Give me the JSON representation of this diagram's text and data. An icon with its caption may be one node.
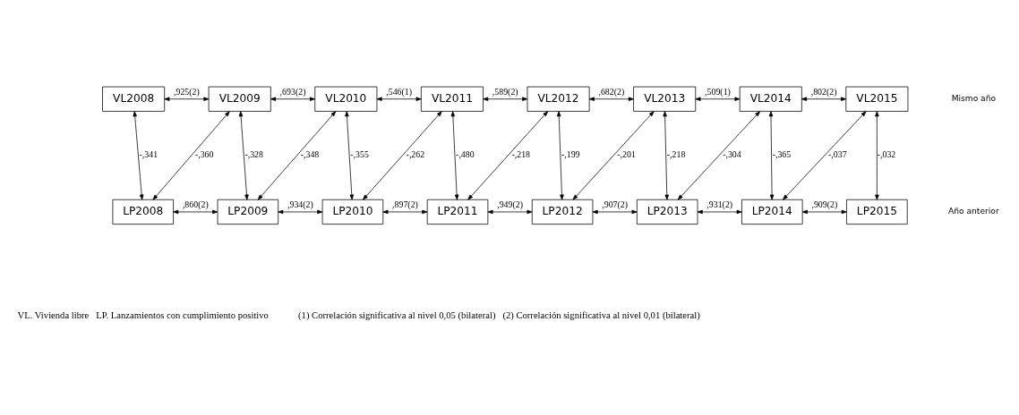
{
  "diagram": {
    "nodes": [
      {
        "text": [
          "VL2008"
        ]
      },
      {
        "text": [
          "VL2009"
        ]
      },
      {
        "text": [
          "VL2010"
        ]
      },
      {
        "text": [
          "VL2011"
        ]
      },
      {
        "text": [
          "VL2012"
        ]
      },
      {
        "text": [
          "VL2013"
        ]
      },
      {
        "text": [
          "VL2014"
        ]
      },
      {
        "text": [
          "VL2015"
        ]
      },
      {
        "text": [
          "LP2008"
        ]
      },
      {
        "text": [
          "LP2009"
        ]
      },
      {
        "text": [
          "LP2010"
        ]
      },
      {
        "text": [
          "LP2011"
        ]
      },
      {
        "text": [
          "LP2012"
        ]
      },
      {
        "text": [
          "LP2013"
        ]
      },
      {
        "text": [
          "LP2014"
        ]
      },
      {
        "text": [
          "LP2015"
        ]
      }
    ],
    "edges": [
      {
        "from": 0,
        "to": 1,
        "arrow": "both",
        "label": ",925(2)"
      },
      {
        "from": 1,
        "to": 2,
        "arrow": "both",
        "label": ",693(2)"
      },
      {
        "from": 2,
        "to": 3,
        "arrow": "both",
        "label": ",546(1)"
      },
      {
        "from": 3,
        "to": 4,
        "arrow": "both",
        "label": ",589(2)"
      },
      {
        "from": 4,
        "to": 5,
        "arrow": "both",
        "label": ",682(2)"
      },
      {
        "from": 5,
        "to": 6,
        "arrow": "both",
        "label": ",509(1)"
      },
      {
        "from": 6,
        "to": 7,
        "arrow": "both",
        "label": ",802(2)"
      },
      {
        "from": 0,
        "to": 8,
        "arrow": "both",
        "label": "-,341"
      },
      {
        "from": 1,
        "to": 8,
        "arrow": "both",
        "label": "-,360"
      },
      {
        "from": 1,
        "to": 9,
        "arrow": "both",
        "label": "-,328"
      },
      {
        "from": 2,
        "to": 9,
        "arrow": "both",
        "label": "-,348"
      },
      {
        "from": 2,
        "to": 10,
        "arrow": "both",
        "label": "-,355"
      },
      {
        "from": 3,
        "to": 10,
        "arrow": "both",
        "label": "-,262"
      },
      {
        "from": 3,
        "to": 11,
        "arrow": "both",
        "label": "-,480"
      },
      {
        "from": 4,
        "to": 11,
        "arrow": "both",
        "label": "-,218"
      },
      {
        "from": 4,
        "to": 12,
        "arrow": "both",
        "label": "-,199"
      },
      {
        "from": 5,
        "to": 12,
        "arrow": "both",
        "label": "-,201"
      },
      {
        "from": 5,
        "to": 13,
        "arrow": "both",
        "label": "-,218"
      },
      {
        "from": 6,
        "to": 13,
        "arrow": "both",
        "label": "-,304"
      },
      {
        "from": 6,
        "to": 14,
        "arrow": "both",
        "label": "-,365"
      },
      {
        "from": 7,
        "to": 14,
        "arrow": "both",
        "label": "-,037"
      },
      {
        "from": 7,
        "to": 15,
        "arrow": "both",
        "label": "-,032"
      },
      {
        "from": 8,
        "to": 9,
        "arrow": "both",
        "label": ",860(2)"
      },
      {
        "from": 9,
        "to": 10,
        "arrow": "both",
        "label": ",934(2)"
      },
      {
        "from": 10,
        "to": 11,
        "arrow": "both",
        "label": ",897(2)"
      },
      {
        "from": 11,
        "to": 12,
        "arrow": "both",
        "label": ",949(2)"
      },
      {
        "from": 12,
        "to": 13,
        "arrow": "both",
        "label": ",907(2)"
      },
      {
        "from": 13,
        "to": 14,
        "arrow": "both",
        "label": ",931(2)"
      },
      {
        "from": 14,
        "to": 15,
        "arrow": "both",
        "label": ",909(2)"
      }
    ],
    "labels": [
      "Mismo año",
      "Año anterior",
      "VL. Vivienda libre   LP. Lanzamientos con cumplimiento positivo",
      "(1) Correlación significativa al nivel 0,05 (bilateral)   (2) Correlación significativa al nivel 0,01 (bilateral)"
    ]
  }
}
